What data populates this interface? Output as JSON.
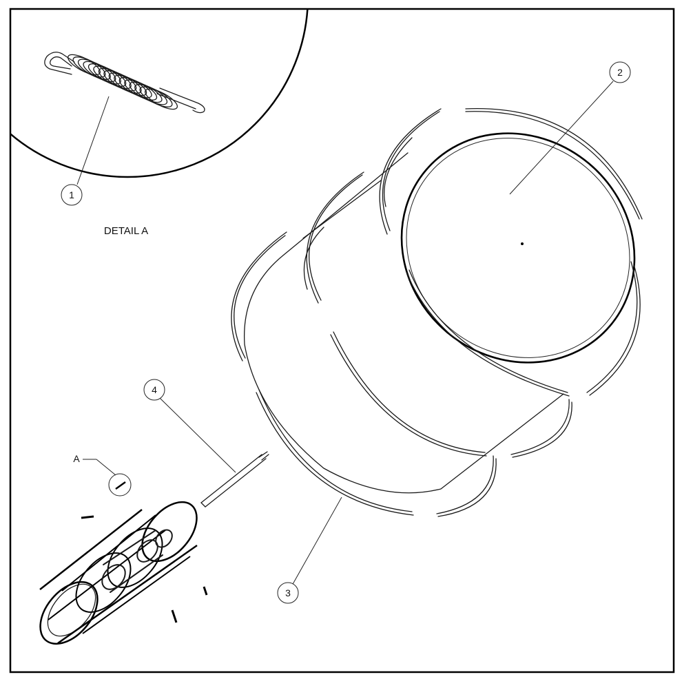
{
  "detail": {
    "label": "DETAIL A"
  },
  "callouts": {
    "spring": "1",
    "drum_back": "2",
    "drum_shell": "3",
    "shaft": "4",
    "detail_ref": "A"
  }
}
